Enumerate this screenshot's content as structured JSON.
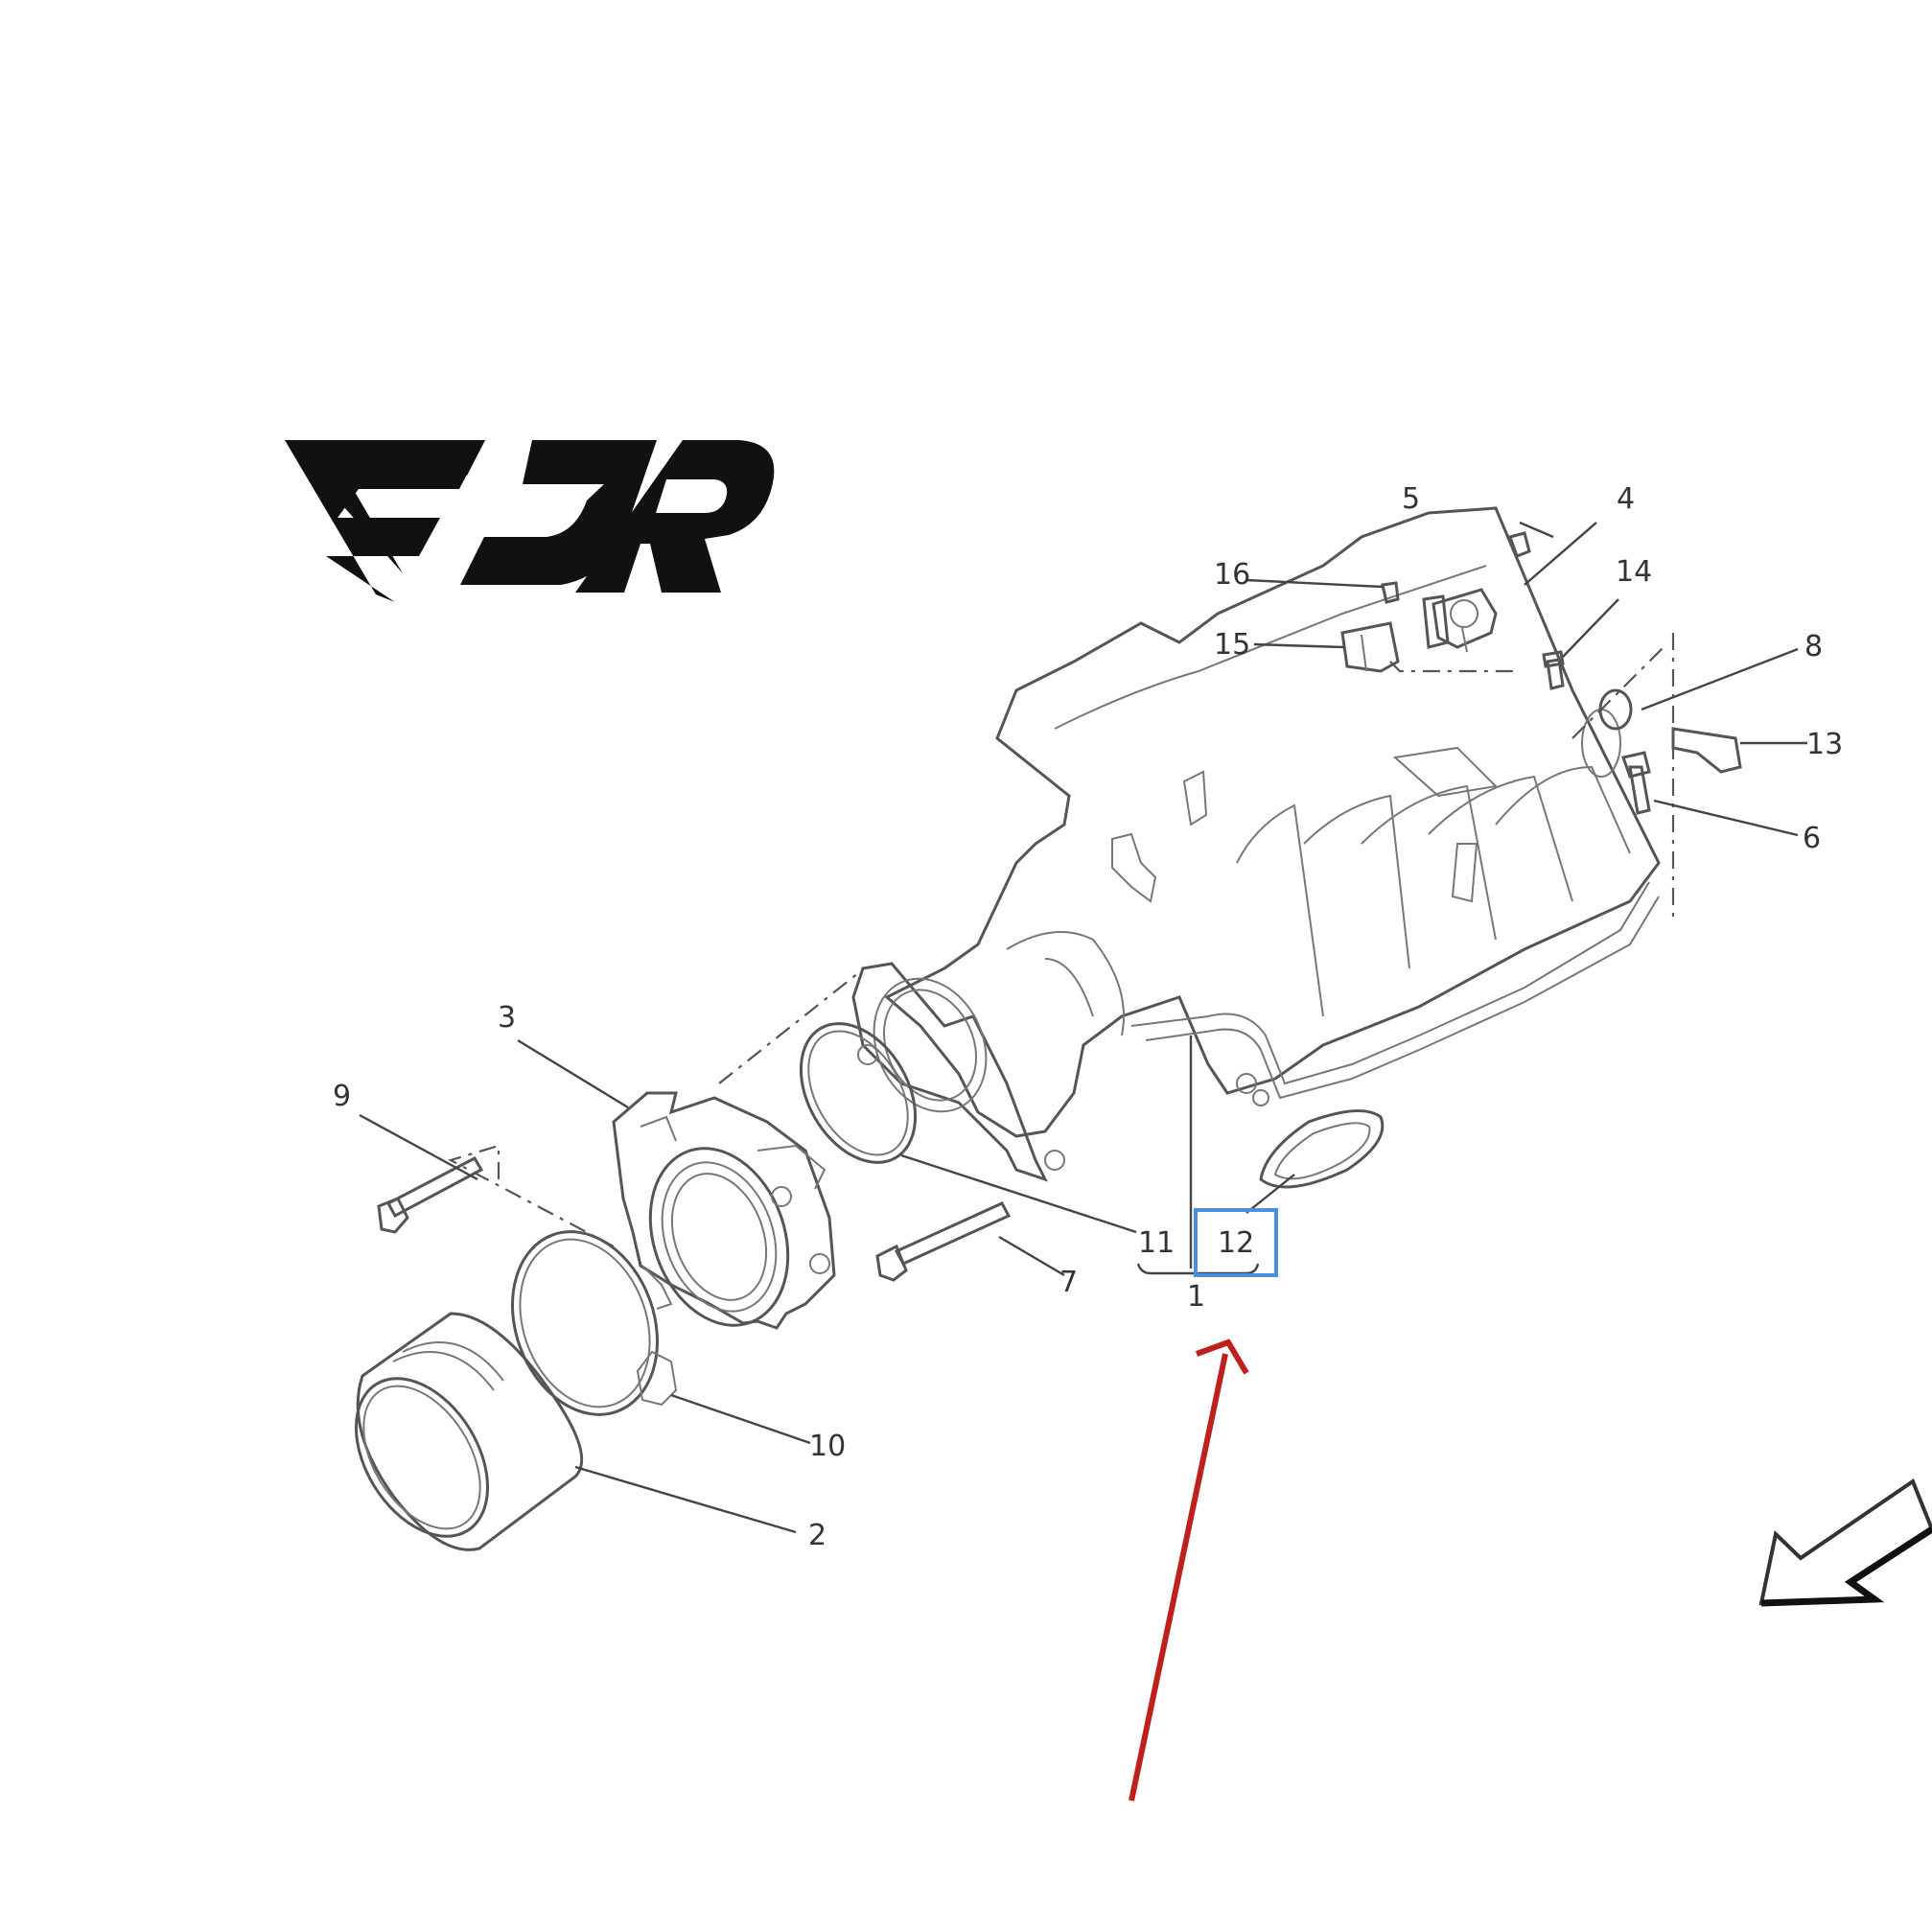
{
  "logo": {
    "text": "EJR"
  },
  "callouts": {
    "c1": "1",
    "c2": "2",
    "c3": "3",
    "c4": "4",
    "c5": "5",
    "c6": "6",
    "c7": "7",
    "c8": "8",
    "c9": "9",
    "c10": "10",
    "c11": "11",
    "c12": "12",
    "c13": "13",
    "c14": "14",
    "c15": "15",
    "c16": "16"
  },
  "highlight": {
    "target": "12",
    "box_color": "#4a90e2"
  },
  "pointer_arrow": {
    "color": "#c0201c",
    "points_to": "1"
  },
  "colors": {
    "line_art": "#555555",
    "text": "#333333",
    "background": "#ffffff"
  }
}
